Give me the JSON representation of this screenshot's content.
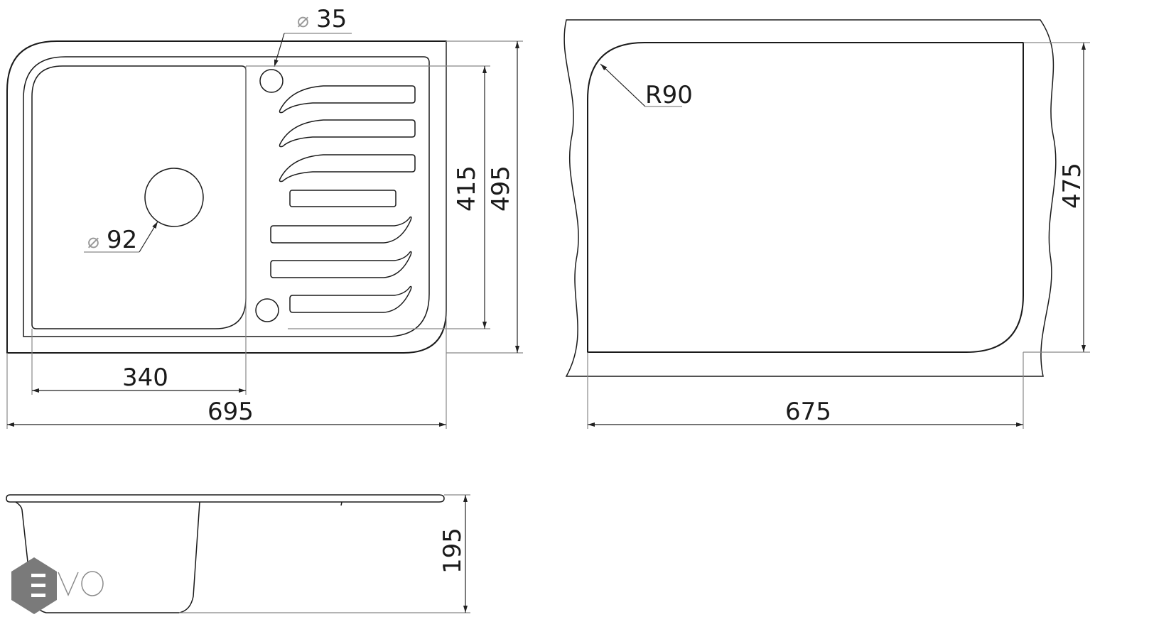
{
  "top_view": {
    "dim_hole_small": "35",
    "dim_drain": "92",
    "dim_bowl_width": "340",
    "dim_total_width": "695",
    "dim_bowl_depth": "415",
    "dim_total_depth": "495",
    "diameter_symbol": "⌀"
  },
  "cutout_view": {
    "dim_radius": "R90",
    "dim_width": "675",
    "dim_depth": "475"
  },
  "side_view": {
    "dim_height": "195"
  },
  "logo": {
    "text": "EVO",
    "color": "#7a7a7a"
  }
}
